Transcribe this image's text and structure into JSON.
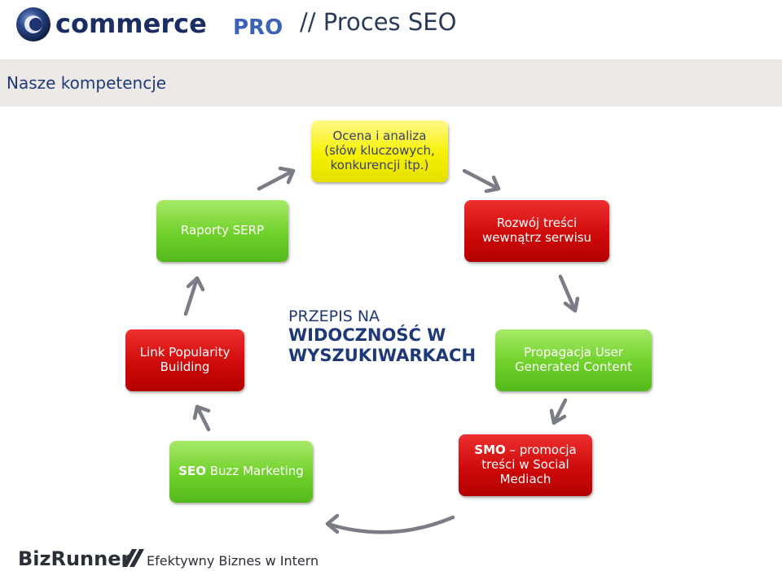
{
  "header": {
    "logo_text_main": "commerce",
    "logo_text_accent": "PRO",
    "title": "// Proces SEO"
  },
  "section": {
    "title": "Nasze kompetencje"
  },
  "diagram": {
    "center": {
      "line1": "PRZEPIS NA",
      "line2": "WIDOCZNOŚĆ W",
      "line3": "WYSZUKIWARKACH"
    },
    "steps": [
      {
        "id": "analysis",
        "lines": [
          "Ocena i analiza",
          "(słów kluczowych,",
          "konkurencji itp.)"
        ],
        "color": "yellow"
      },
      {
        "id": "content",
        "lines": [
          "Rozwój treści",
          "wewnątrz serwisu"
        ],
        "color": "red"
      },
      {
        "id": "ugc",
        "lines": [
          "Propagacja User",
          "Generated Content"
        ],
        "color": "green"
      },
      {
        "id": "smo",
        "bold": "SMO",
        "rest": " – promocja",
        "lines": [
          "treści w Social",
          "Mediach"
        ],
        "color": "red"
      },
      {
        "id": "buzz",
        "bold": "SEO",
        "rest": " Buzz Marketing",
        "color": "green"
      },
      {
        "id": "links",
        "lines": [
          "Link Popularity",
          "Building"
        ],
        "color": "red"
      },
      {
        "id": "serp",
        "lines": [
          "Raporty SERP"
        ],
        "color": "green"
      }
    ]
  },
  "footer": {
    "logo_main": "BizRunner",
    "tagline": "Efektywny Biznes w Internecie"
  },
  "colors": {
    "title_navy": "#2b3a57",
    "accent_blue": "#1e3a7a",
    "green": "#6fd02a",
    "red": "#cf0a0a",
    "yellow": "#f6f000",
    "arrow_gray": "#7a7d85"
  }
}
